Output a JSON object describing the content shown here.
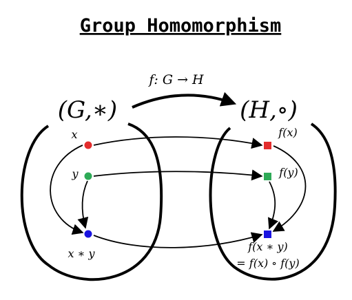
{
  "title": "Group Homomorphism",
  "map_label": "f: G → H",
  "group_G": {
    "label": "(G,∗)",
    "elements": {
      "x": "x",
      "y": "y",
      "product": "x ∗ y"
    }
  },
  "group_H": {
    "label": "(H,∘)",
    "elements": {
      "fx": "f(x)",
      "fy": "f(y)",
      "fxy_line1": "f(x ∗ y)",
      "fxy_line2": "= f(x) ∘ f(y)"
    }
  },
  "colors": {
    "x": "#e32d2d",
    "y": "#2eaa57",
    "product": "#1a14e0",
    "stroke": "#000000"
  }
}
